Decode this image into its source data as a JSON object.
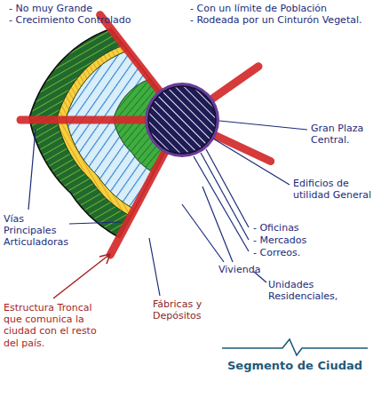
{
  "diagram": {
    "caption": "Segmento de Ciudad",
    "labels": [
      "- No muy Grande",
      "- Crecimiento Controlado",
      "- Con un límite de Población",
      "- Rodeada por un Cinturón Vegetal.",
      "Gran Plaza Central.",
      "Edificios de utilidad General",
      "- Oficinas",
      "- Mercados",
      "- Correos.",
      "Vivienda",
      "Unidades Residenciales,",
      "Fábricas y Depósitos",
      "Vías Principales Articuladoras",
      "Estructura Troncal que comunica la ciudad con el resto del país."
    ]
  }
}
